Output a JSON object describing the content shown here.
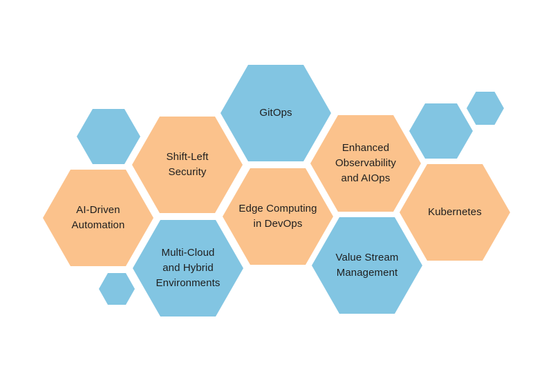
{
  "diagram": {
    "type": "honeycomb",
    "background": "#ffffff",
    "palette": {
      "blue": "#82c5e2",
      "orange": "#fbc28c",
      "text": "#1e1e1e",
      "background": "#ffffff"
    },
    "hexagons": [
      {
        "label": "AI-Driven\nAutomation",
        "color": "orange"
      },
      {
        "label": "Shift-Left\nSecurity",
        "color": "orange"
      },
      {
        "label": "GitOps",
        "color": "blue"
      },
      {
        "label": "Enhanced\nObservability\nand AIOps",
        "color": "orange"
      },
      {
        "label": "Edge Computing\nin DevOps",
        "color": "orange"
      },
      {
        "label": "Kubernetes",
        "color": "orange"
      },
      {
        "label": "Multi-Cloud\nand Hybrid\nEnvironments",
        "color": "blue"
      },
      {
        "label": "Value Stream\nManagement",
        "color": "blue"
      }
    ],
    "decor_hexagons": [
      {
        "color": "blue",
        "size": "medium"
      },
      {
        "color": "blue",
        "size": "medium"
      },
      {
        "color": "blue",
        "size": "small"
      },
      {
        "color": "blue",
        "size": "small"
      }
    ]
  }
}
